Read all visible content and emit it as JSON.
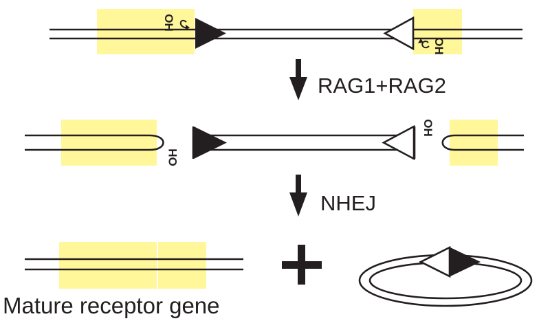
{
  "steps": {
    "first": "RAG1+RAG2",
    "second": "NHEJ"
  },
  "hydroxyl": "OH",
  "plus_symbol": "+",
  "caption": "Mature receptor gene",
  "colors": {
    "ink": "#231f20",
    "segment_highlight": "#fff799",
    "background": "#ffffff"
  },
  "icons": {
    "step_arrow": "down-arrow-icon",
    "signal_filled": "filled-triangle-icon",
    "signal_open": "open-triangle-icon",
    "attack": "curved-arrow-icon"
  }
}
